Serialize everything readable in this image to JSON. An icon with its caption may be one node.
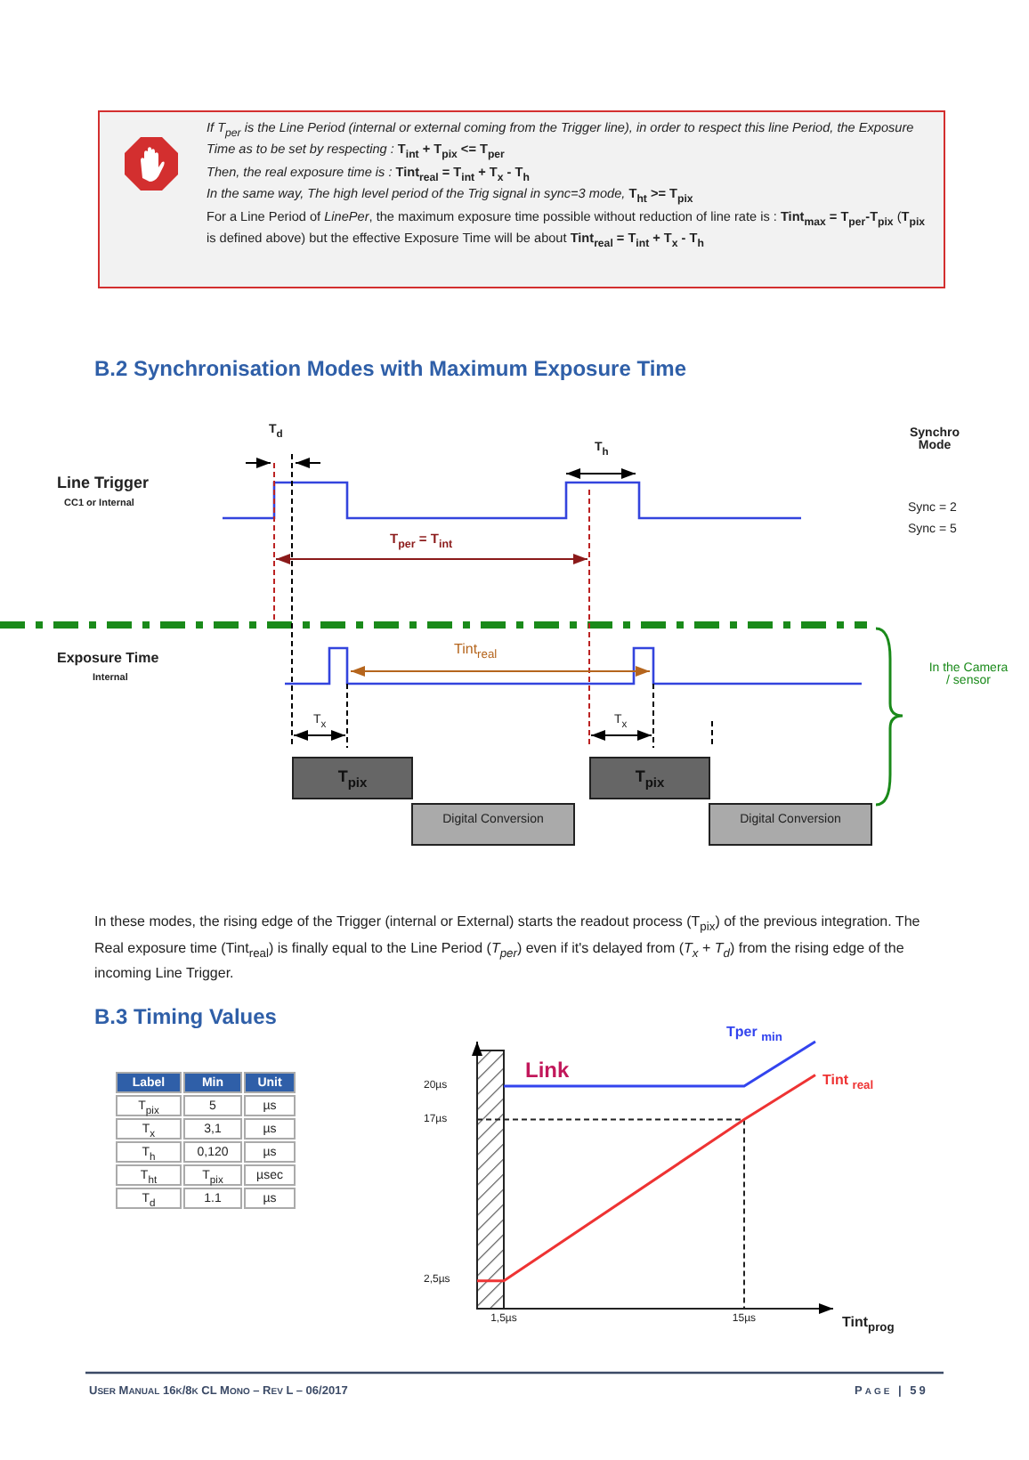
{
  "diagram": {
    "nodes": [
      {
        "text": [
          "*If T$_{per}$ is the Line Period (internal or external coming from the Trigger line), in order to respect this line Period, the Exposure Time as to be set by respecting :* **T$_{int}$ + T$_{pix}$ <= T$_{per}$**",
          "*Then, the real exposure time is :* **Tint$_{real}$ = T$_{int}$ + T$_{x}$ - T$_{h}$**",
          "*In the same way, The high level period of the Trig signal in sync=3 mode,* **T$_{ht}$ >= T$_{pix}$**",
          "For a Line Period of *LinePer*, the maximum exposure time possible without reduction of line rate is : **Tint$_{max}$ = T$_{per}$-T$_{pix}$** (**T$_{pix}$** is defined above) but the effective Exposure Time will be about **Tint$_{real}$ = T$_{int}$ + T$_{x}$ - T$_{h}$**"
        ]
      },
      {
        "text": [
          "T$_{pix}$"
        ]
      },
      {
        "text": [
          "Digital Conversion"
        ]
      },
      {
        "text": [
          "T$_{pix}$"
        ]
      },
      {
        "text": [
          "Digital Conversion"
        ]
      }
    ],
    "edges": [],
    "labels": [
      "B.2 Synchronisation Modes with Maximum Exposure Time",
      "T$_{d}$",
      "T$_{h}$",
      "Synchro Mode",
      "Line Trigger",
      "CC1 or Internal",
      "Sync = 2",
      "Sync = 5",
      "T$_{per}$ = T$_{int}$",
      "Exposure Time",
      "Internal",
      "Tint$_{real}$",
      "T$_{x}$",
      "T$_{x}$",
      "In the Camera / sensor",
      "In these modes, the rising edge of the Trigger (internal or External) starts the readout process (T$_{pix}$) of the previous integration.  The Real exposure time (Tint$_{real}$) is finally equal to the Line Period (*T$_{per}$*) even if it's delayed from (*T$_{x}$* + *T$_{d}$*) from the rising edge of the incoming Line Trigger.",
      "B.3 Timing Values",
      "Label",
      "Min",
      "Unit",
      "T$_{pix}$",
      "5",
      "µs",
      "T$_{x}$",
      "3,1",
      "µs",
      "T$_{h}$",
      "0,120",
      "µs",
      "T$_{ht}$",
      "T$_{pix}$",
      "µsec",
      "T$_{d}$",
      "1.1",
      "µs",
      "User Manual 16k/8k CL Mono – Rev L – 06/2017",
      "Page | 59"
    ],
    "chart_data": {
      "type": "line",
      "xlabel": "Tint$_{prog}$",
      "x": [
        0,
        1.5,
        15,
        19
      ],
      "series": [
        {
          "name": "Tper $_{min}$",
          "color": "#3344ee",
          "values": [
            null,
            20,
            20,
            24
          ]
        },
        {
          "name": "Tint $_{real}$",
          "color": "#ee3333",
          "values": [
            2.5,
            2.5,
            17,
            21
          ]
        }
      ],
      "xlim": [
        0,
        20
      ],
      "ylim": [
        0,
        24
      ],
      "xticks": [
        {
          "value": 1.5,
          "label": "1,5µs"
        },
        {
          "value": 15,
          "label": "15µs"
        }
      ],
      "yticks": [
        {
          "value": 2.5,
          "label": "2,5µs"
        },
        {
          "value": 17,
          "label": "17µs"
        },
        {
          "value": 20,
          "label": "20µs"
        }
      ],
      "bands": [
        {
          "axis": "x",
          "from": 0,
          "to": 1.5
        }
      ],
      "annotations": [
        "Link"
      ]
    }
  }
}
